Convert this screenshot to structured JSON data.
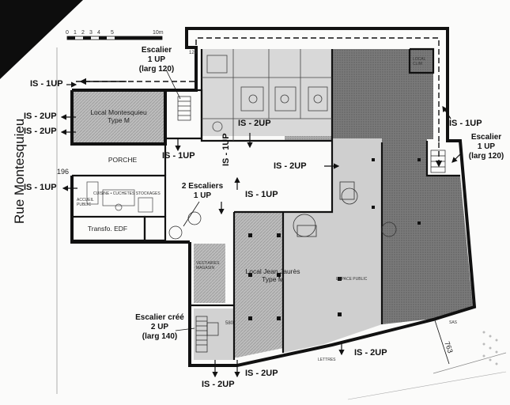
{
  "street_label": "Rue Montesquieu",
  "scale": {
    "ticks": [
      "0",
      "1",
      "2",
      "3",
      "4",
      "5"
    ],
    "end_label": "10m"
  },
  "rooms": {
    "local_montesquieu": [
      "Local Montesquieu",
      "Type M"
    ],
    "porche": "PORCHE",
    "transfo": "Transfo. EDF",
    "jean_jaures": [
      "Local Jean Jaurès",
      "Type M"
    ],
    "accueil": "ACCUEIL PUBLIC",
    "cuisines": "CUISINE • CUCHETES  STOCKAGES",
    "espace_public": "ESPACE PUBLIC",
    "vestiaires": "VESTIAIRES MAGASIN",
    "local_clim": "LOCAL CLIM",
    "lettres": "LETTRES",
    "sas": "SAS"
  },
  "stairs": {
    "top": [
      "Escalier",
      "1 UP",
      "(larg 120)"
    ],
    "right": [
      "Escalier",
      "1 UP",
      "(larg 120)"
    ],
    "two": [
      "2 Escaliers",
      "1 UP"
    ],
    "created": [
      "Escalier créé",
      "2 UP",
      "(larg 140)"
    ]
  },
  "exits": [
    "IS - 1UP",
    "IS - 2UP",
    "IS - 2UP",
    "IS - 1UP",
    "IS - 1UP",
    "IS - 2UP",
    "IS - 2UP",
    "IS - 1UP",
    "IS - 1UP",
    "IS - 2UP",
    "IS - 2UP",
    "IS - 2UP"
  ],
  "dimensions": {
    "d196": "196",
    "d120": "120",
    "d763": "763",
    "d580": "580"
  }
}
